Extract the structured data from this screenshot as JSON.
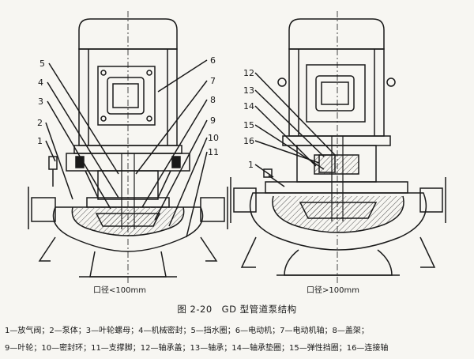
{
  "left_labels": [
    "1",
    "2",
    "3",
    "4",
    "5",
    "6",
    "7",
    "8",
    "9",
    "10",
    "11"
  ],
  "right_labels": [
    "12",
    "13",
    "14",
    "15",
    "16",
    "1"
  ],
  "left_subtitle": "口径<100mm",
  "right_subtitle": "口径>100mm",
  "caption": "图 2-20　GD 型管道泵结构",
  "legend_line1": "1—放气阀；2—泵体；3—叶轮螺母；4—机械密封；5—挡水圈；6—电动机；7—电动机轴；8—盖架；",
  "legend_line2": "9—叶轮；10—密封环；11—支撑脚；12—轴承盖；13—轴承；14—轴承垫圈；15—弹性挡圈；16—连接轴",
  "colors": {
    "line": "#1a1a1a",
    "paper": "#f7f6f2",
    "hatch": "#555555"
  }
}
